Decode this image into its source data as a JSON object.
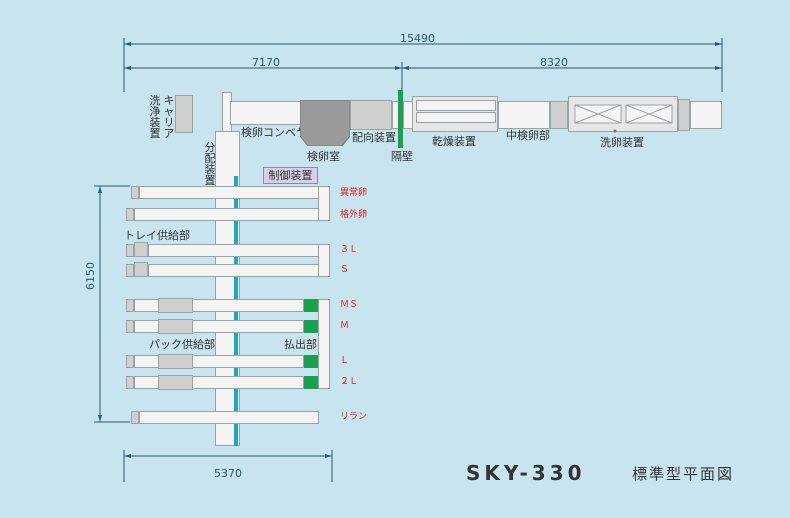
{
  "dimensions": {
    "overall_width": "15490",
    "left_width": "7170",
    "right_width": "8320",
    "depth": "6150",
    "bottom_width": "5370"
  },
  "labels": {
    "carrier_wash": "キャリア洗浄装置",
    "inspection_conveyor": "検卵コンベヤ",
    "inspection_room": "検卵室",
    "orientation_device": "配向装置",
    "partition": "隔壁",
    "dryer": "乾燥装置",
    "mid_inspection": "中検卵部",
    "washer": "洗卵装置",
    "distributor": "分配装置",
    "control_device": "制御装置",
    "tray_supply": "トレイ供給部",
    "pack_supply": "パック供給部",
    "discharge": "払出部"
  },
  "grades": {
    "abnormal": "異常卵",
    "substandard": "格外卵",
    "l3": "３Ｌ",
    "s": "Ｓ",
    "ms": "ＭＳ",
    "m": "Ｍ",
    "l": "Ｌ",
    "l2": "２Ｌ",
    "rerun": "リラン"
  },
  "title": {
    "model": "SKY-330",
    "caption": "標準型平面図"
  },
  "colors": {
    "background": "#c8e4ee",
    "partition_green": "#1aa14f",
    "distributor_cyan": "#1aa7c8",
    "grade_red": "#e02020",
    "dimension_line": "#2a5878"
  }
}
